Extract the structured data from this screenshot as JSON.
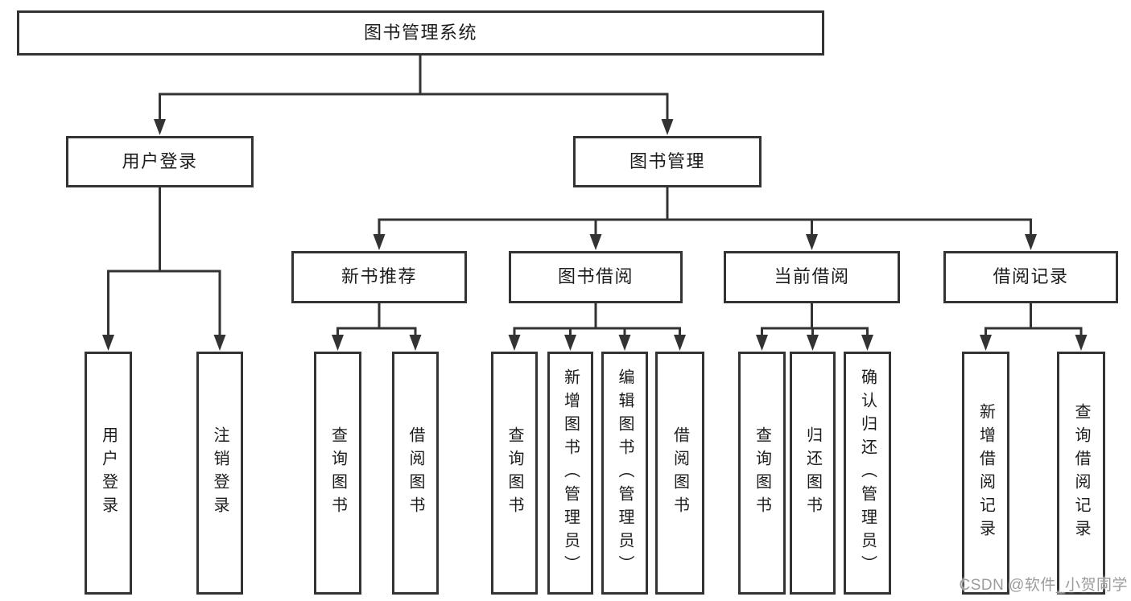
{
  "style": {
    "background": "#ffffff",
    "line_color": "#333333",
    "box_border_color": "#333333",
    "text_color": "#1c1c1c",
    "watermark_color": "#9c9c9c"
  },
  "watermark": {
    "text": "CSDN @软件_小贺同学"
  },
  "tree": {
    "label": "图书管理系统",
    "children": [
      {
        "label": "用户登录",
        "children": [
          {
            "label": "用户登录"
          },
          {
            "label": "注销登录"
          }
        ]
      },
      {
        "label": "图书管理",
        "children": [
          {
            "label": "新书推荐",
            "children": [
              {
                "label": "查询图书"
              },
              {
                "label": "借阅图书"
              }
            ]
          },
          {
            "label": "图书借阅",
            "children": [
              {
                "label": "查询图书"
              },
              {
                "label": "新增图书（管理员）"
              },
              {
                "label": "编辑图书（管理员）"
              },
              {
                "label": "借阅图书"
              }
            ]
          },
          {
            "label": "当前借阅",
            "children": [
              {
                "label": "查询图书"
              },
              {
                "label": "归还图书"
              },
              {
                "label": "确认归还（管理员）"
              }
            ]
          },
          {
            "label": "借阅记录",
            "children": [
              {
                "label": "新增借阅记录"
              },
              {
                "label": "查询借阅记录"
              }
            ]
          }
        ]
      }
    ]
  }
}
